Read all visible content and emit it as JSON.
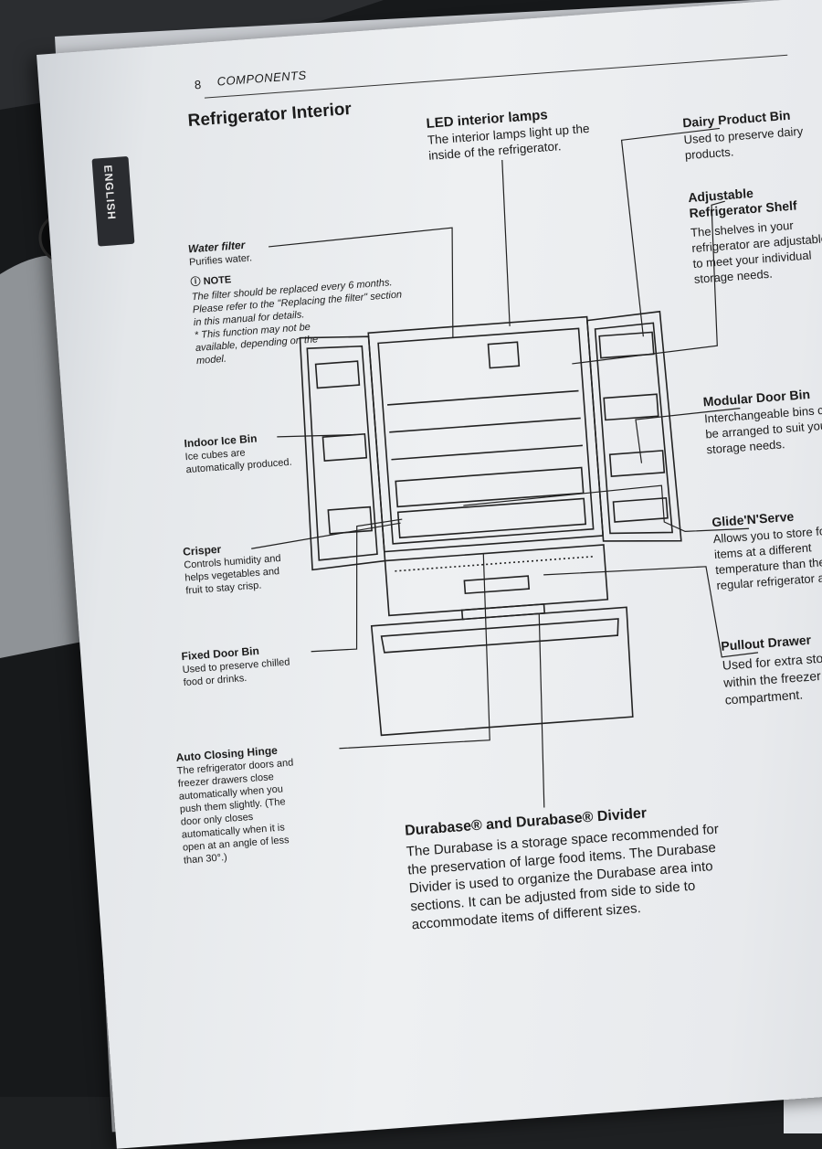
{
  "page": {
    "number": "8",
    "section": "COMPONENTS",
    "title": "Refrigerator Interior",
    "language_tab": "ENGLISH"
  },
  "callouts": {
    "led_lamps": {
      "title": "LED interior lamps",
      "desc": "The interior lamps light up the inside of the refrigerator."
    },
    "water_filter": {
      "title": "Water filter",
      "desc": "Purifies water.",
      "note_label": "NOTE",
      "note_text": "The filter should be replaced every 6 months. Please refer to the \"Replacing the filter\" section in this manual for details.",
      "note_bullet": "* This function may not be available, depending on the model."
    },
    "dairy_bin": {
      "title": "Dairy Product Bin",
      "desc": "Used to preserve dairy products."
    },
    "adjustable_shelf": {
      "title": "Adjustable Refrigerator Shelf",
      "desc": "The shelves in your refrigerator are adjustable to meet your individual storage needs."
    },
    "ice_bin": {
      "title": "Indoor Ice Bin",
      "desc": "Ice cubes are automatically produced."
    },
    "modular_bin": {
      "title": "Modular Door Bin",
      "desc": "Interchangeable bins can be arranged to suit your storage needs."
    },
    "crisper": {
      "title": "Crisper",
      "desc": "Controls humidity and helps vegetables and fruit to stay crisp."
    },
    "glide_serve": {
      "title": "Glide'N'Serve",
      "desc": "Allows you to store food items at a different temperature than the regular refrigerator area."
    },
    "fixed_bin": {
      "title": "Fixed Door Bin",
      "desc": "Used to preserve chilled food or drinks."
    },
    "pullout_drawer": {
      "title": "Pullout Drawer",
      "desc": "Used for extra storage within the freezer compartment."
    },
    "auto_hinge": {
      "title": "Auto Closing Hinge",
      "desc": "The refrigerator doors and freezer drawers close automatically when you push them slightly. (The door only closes automatically when it is open at an angle of less than 30°.)"
    },
    "durabase": {
      "title": "Durabase® and Durabase® Divider",
      "desc": "The Durabase is a storage space recommended for the preservation of large food items. The Durabase Divider is used to organize the Durabase area into sections. It can be adjusted from side to side to accommodate items of different sizes."
    }
  },
  "colors": {
    "paper": "#eef0f2",
    "ink": "#1b1b1b",
    "lines": "#222222"
  }
}
